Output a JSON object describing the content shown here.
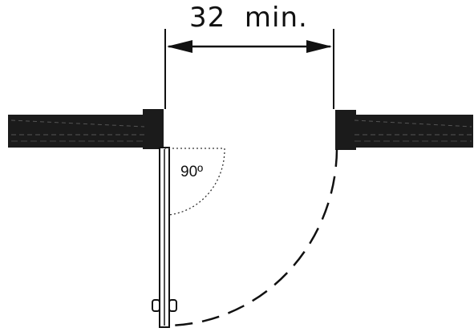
{
  "diagram": {
    "dimension": {
      "value": "32",
      "unit": "min."
    },
    "angle_label": "90º"
  }
}
